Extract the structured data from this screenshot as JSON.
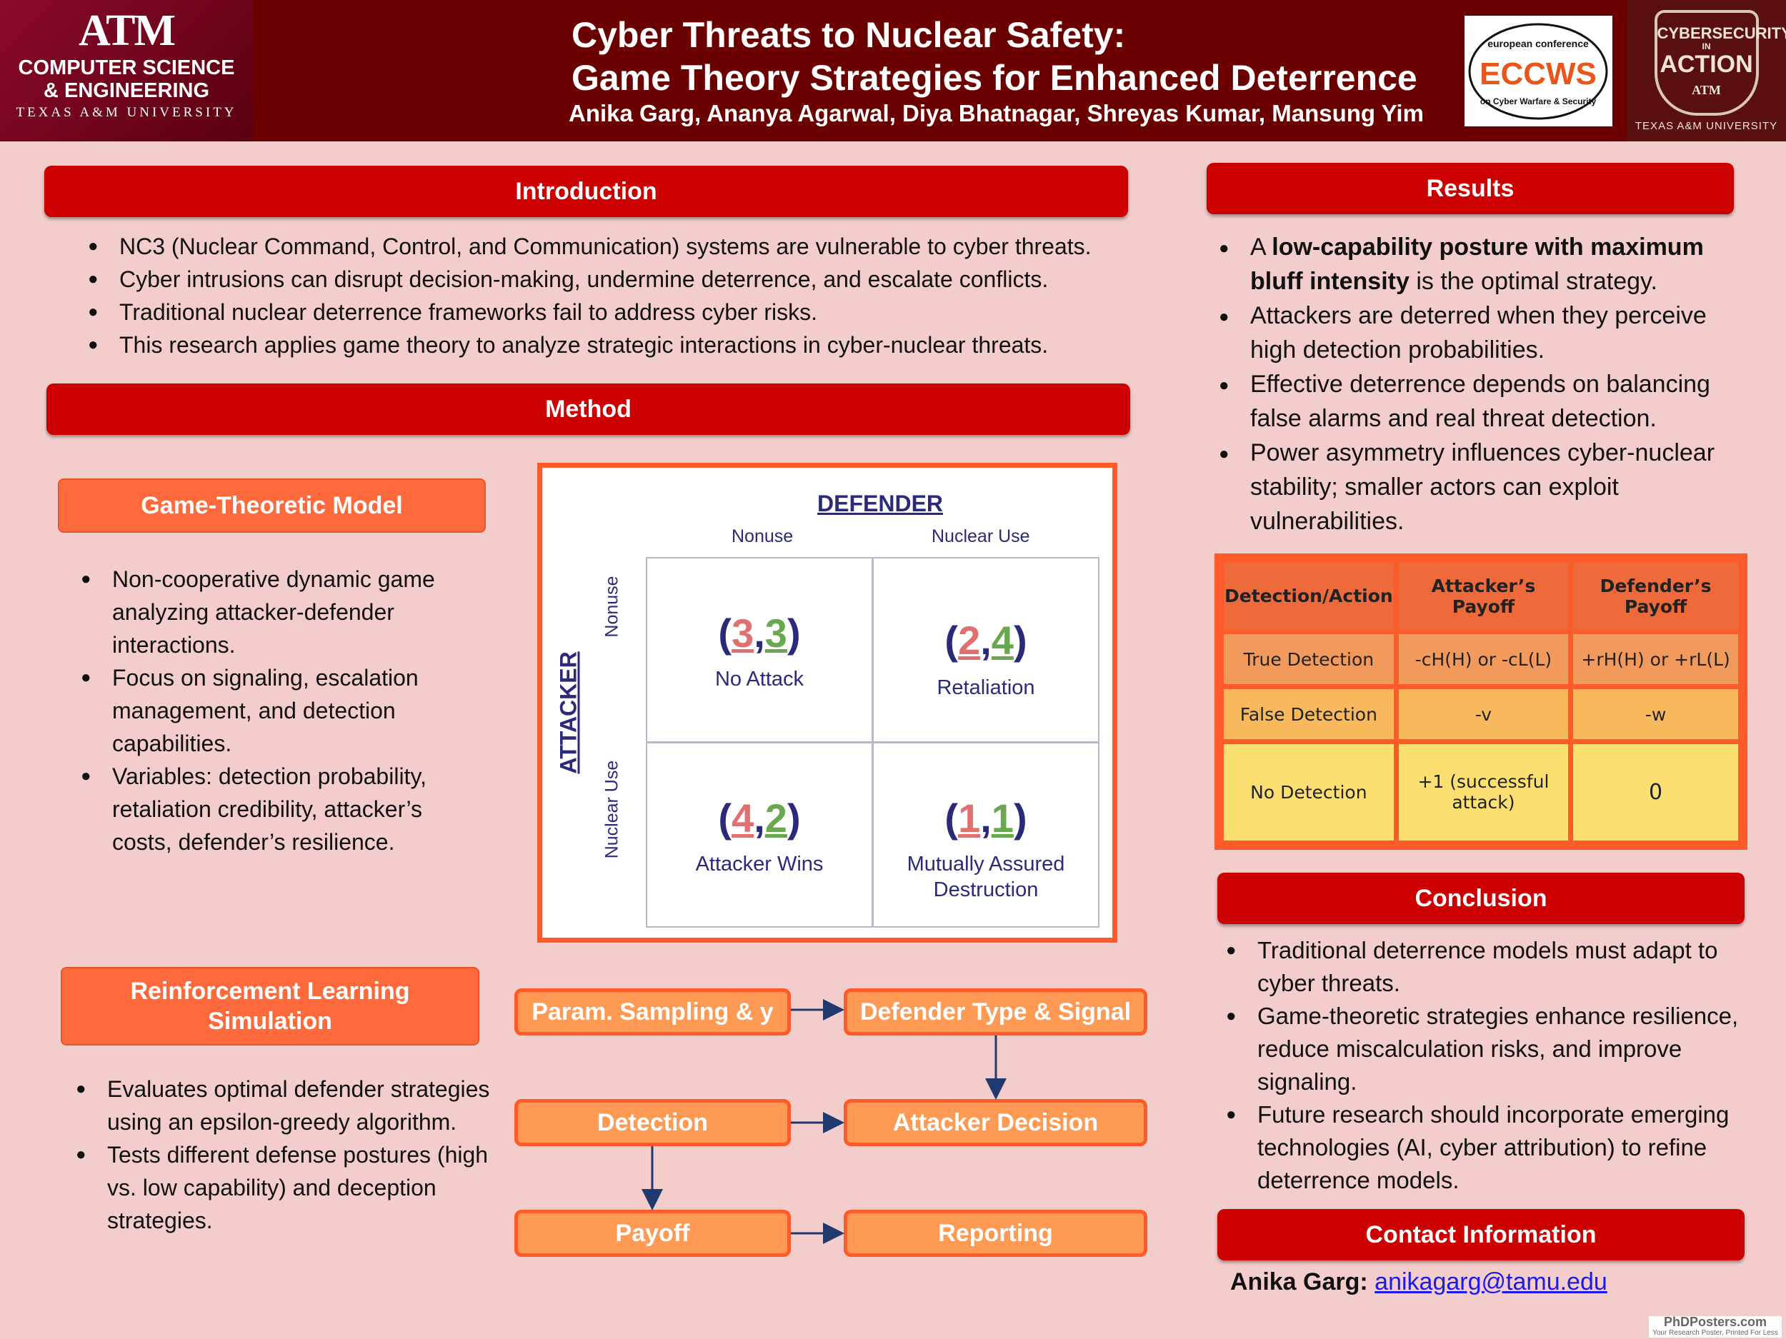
{
  "header": {
    "logo_left": {
      "mark": "ATM",
      "line1": "COMPUTER SCIENCE",
      "line2": "& ENGINEERING",
      "line3": "TEXAS A&M UNIVERSITY"
    },
    "title_line1": "Cyber Threats to Nuclear Safety:",
    "title_line2": "Game Theory Strategies for Enhanced Deterrence",
    "authors": "Anika Garg, Ananya Agarwal, Diya Bhatnagar, Shreyas Kumar, Mansung Yim",
    "eccws_logo": {
      "top": "european conference",
      "main": "ECCWS",
      "bottom": "on Cyber Warfare & Security"
    },
    "cia_logo": {
      "line1": "CYBERSECURITY",
      "line2": "IN",
      "line3": "ACTION",
      "line4": "ATM",
      "line5": "TEXAS A&M UNIVERSITY"
    }
  },
  "introduction": {
    "heading": "Introduction",
    "bullets": [
      "NC3 (Nuclear Command, Control, and Communication) systems are vulnerable to cyber threats.",
      "Cyber intrusions can disrupt decision-making, undermine deterrence, and escalate conflicts.",
      "Traditional nuclear deterrence frameworks fail to address cyber risks.",
      "This research applies game theory to analyze strategic interactions in cyber-nuclear threats."
    ]
  },
  "method": {
    "heading": "Method",
    "game_model": {
      "heading": "Game-Theoretic Model",
      "bullets": [
        "Non-cooperative dynamic game analyzing attacker-defender interactions.",
        "Focus on signaling, escalation management, and detection capabilities.",
        "Variables: detection probability, retaliation credibility, attacker’s costs, defender’s resilience."
      ]
    },
    "matrix": {
      "defender_label": "DEFENDER",
      "attacker_label": "ATTACKER",
      "col_nonuse": "Nonuse",
      "col_nuclear": "Nuclear Use",
      "row_nonuse": "Nonuse",
      "row_nuclear": "Nuclear Use",
      "cells": [
        {
          "a": "3",
          "b": "3",
          "label": "No Attack"
        },
        {
          "a": "2",
          "b": "4",
          "label": "Retaliation"
        },
        {
          "a": "4",
          "b": "2",
          "label": "Attacker Wins"
        },
        {
          "a": "1",
          "b": "1",
          "label": "Mutually Assured Destruction"
        }
      ]
    },
    "rl": {
      "heading_line1": "Reinforcement Learning",
      "heading_line2": "Simulation",
      "bullets": [
        "Evaluates optimal defender strategies using an epsilon-greedy algorithm.",
        "Tests different defense postures (high vs. low capability) and deception strategies."
      ]
    },
    "flow": {
      "sampling": "Param. Sampling & y",
      "defender_type": "Defender Type & Signal",
      "detection": "Detection",
      "attacker_decision": "Attacker Decision",
      "payoff": "Payoff",
      "reporting": "Reporting"
    }
  },
  "results": {
    "heading": "Results",
    "b1_prefix": "A ",
    "b1_bold": "low-capability posture with maximum bluff intensity",
    "b1_suffix": " is the optimal strategy.",
    "bullets": [
      "Attackers are deterred when they perceive high detection probabilities.",
      "Effective deterrence depends on balancing false alarms and real threat detection.",
      "Power asymmetry influences cyber-nuclear stability; smaller actors can exploit vulnerabilities."
    ],
    "table": {
      "headers": [
        "Detection/Action",
        "Attacker’s Payoff",
        "Defender’s Payoff"
      ],
      "rows": [
        [
          "True Detection",
          "-cH(H) or -cL(L)",
          "+rH(H) or +rL(L)"
        ],
        [
          "False Detection",
          "-v",
          "-w"
        ],
        [
          "No Detection",
          "+1 (successful attack)",
          "0"
        ]
      ]
    }
  },
  "conclusion": {
    "heading": "Conclusion",
    "bullets": [
      "Traditional deterrence models must adapt to cyber threats.",
      "Game-theoretic strategies enhance resilience, reduce miscalculation risks, and improve signaling.",
      "Future research should incorporate emerging technologies (AI, cyber attribution) to refine deterrence models."
    ]
  },
  "contact": {
    "heading": "Contact Information",
    "name": "Anika Garg:",
    "email": "anikagarg@tamu.edu"
  },
  "badge": {
    "line1": "PhDPosters.com",
    "line2": "Your Research Poster, Printed For Less"
  },
  "colors": {
    "header": "#6a0000",
    "section": "#cc0000",
    "accent": "#ff5a2a",
    "background": "#f3cccc"
  }
}
